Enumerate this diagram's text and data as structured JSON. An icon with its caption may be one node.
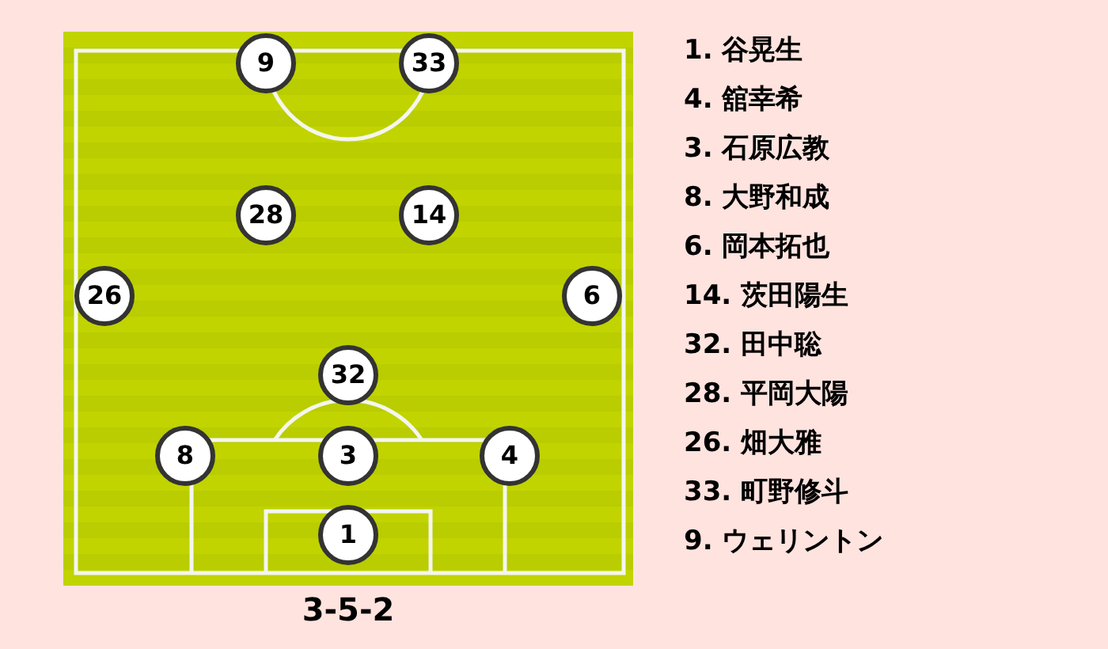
{
  "diagram": {
    "caption": "3-5-2",
    "nodes": [
      {
        "text": [
          "9"
        ]
      },
      {
        "text": [
          "33"
        ]
      },
      {
        "text": [
          "28"
        ]
      },
      {
        "text": [
          "14"
        ]
      },
      {
        "text": [
          "26"
        ]
      },
      {
        "text": [
          "6"
        ]
      },
      {
        "text": [
          "32"
        ]
      },
      {
        "text": [
          "8"
        ]
      },
      {
        "text": [
          "3"
        ]
      },
      {
        "text": [
          "4"
        ]
      },
      {
        "text": [
          "1"
        ]
      }
    ],
    "labels": [
      "1. 谷晃生",
      "4. 舘幸希",
      "3. 石原広教",
      "8. 大野和成",
      "6. 岡本拓也",
      "14. 茨田陽生",
      "32. 田中聡",
      "28. 平岡大陽",
      "26. 畑大雅",
      "33. 町野修斗",
      "9. ウェリントン"
    ]
  }
}
